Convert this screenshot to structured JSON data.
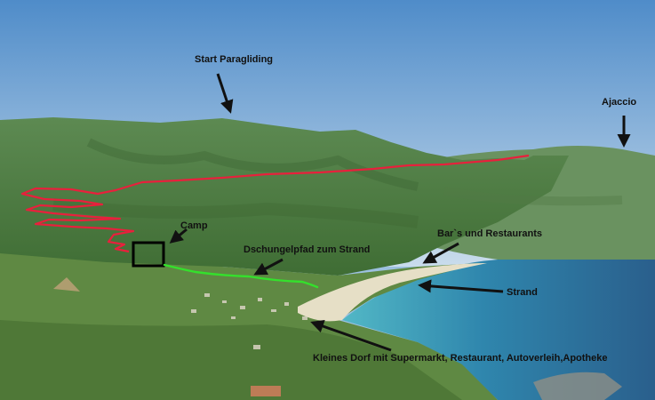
{
  "annotations": {
    "start_paragliding": "Start Paragliding",
    "ajaccio": "Ajaccio",
    "camp": "Camp",
    "jungle_path": "Dschungelpfad zum Strand",
    "bars_restaurants": "Bar`s und Restaurants",
    "beach": "Strand",
    "village": "Kleines Dorf mit Supermarkt, Restaurant, Autoverleih,Apotheke"
  },
  "colors": {
    "sky_top": "#4f8cc9",
    "sky_bottom": "#c9dcec",
    "mountain": "#4f7e46",
    "mountain_far": "#6d9360",
    "valley": "#5e8a44",
    "sea": "#2f7fa8",
    "sea_shallow": "#4fb3c4",
    "beach": "#e6dfc6",
    "flight_path": "#e8203c",
    "jungle_path": "#34e02c",
    "arrow": "#111111"
  }
}
